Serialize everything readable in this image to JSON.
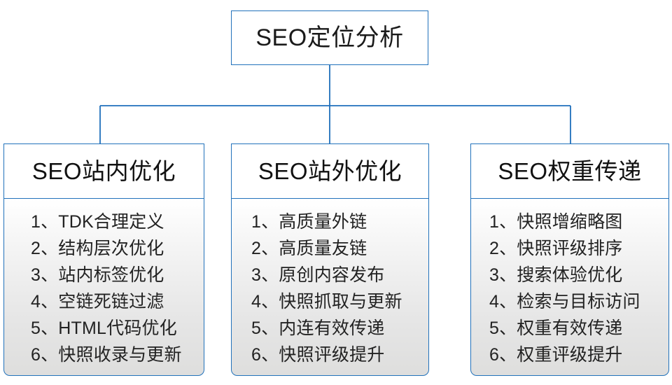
{
  "diagram": {
    "type": "organization-tree",
    "root": {
      "title": "SEO定位分析"
    },
    "branches": [
      {
        "title": "SEO站内优化",
        "items": [
          "1、TDK合理定义",
          "2、结构层次优化",
          "3、站内标签优化",
          "4、空链死链过滤",
          "5、HTML代码优化",
          "6、快照收录与更新"
        ]
      },
      {
        "title": "SEO站外优化",
        "items": [
          "1、高质量外链",
          "2、高质量友链",
          "3、原创内容发布",
          "4、快照抓取与更新",
          "5、内连有效传递",
          "6、快照评级提升"
        ]
      },
      {
        "title": "SEO权重传递",
        "items": [
          "1、快照增缩略图",
          "2、快照评级排序",
          "3、搜索体验优化",
          "4、检索与目标访问",
          "5、权重有效传递",
          "6、权重评级提升"
        ]
      }
    ],
    "colors": {
      "border": "#2272bb",
      "connector": "#1f6fbb",
      "text": "#1a1a1a",
      "panel_top": "#ffffff",
      "panel_bottom": "#dededd"
    }
  }
}
